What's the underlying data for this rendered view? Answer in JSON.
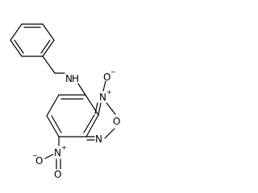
{
  "molecule": {
    "atom_labels": {
      "amine_n": "N",
      "amine_h": "H",
      "n_oxide_n": "N",
      "n_oxide_charge": "+",
      "n_oxide_o": "O",
      "n_oxide_o_charge": "−",
      "ring_o": "O",
      "ring_n": "N",
      "nitro_n": "N",
      "nitro_n_charge": "+",
      "nitro_o_left": "O",
      "nitro_o_left_charge": "−",
      "nitro_o_bottom": "O"
    },
    "colors": {
      "bond": "#000000",
      "text": "#000000",
      "background": "#ffffff"
    }
  }
}
